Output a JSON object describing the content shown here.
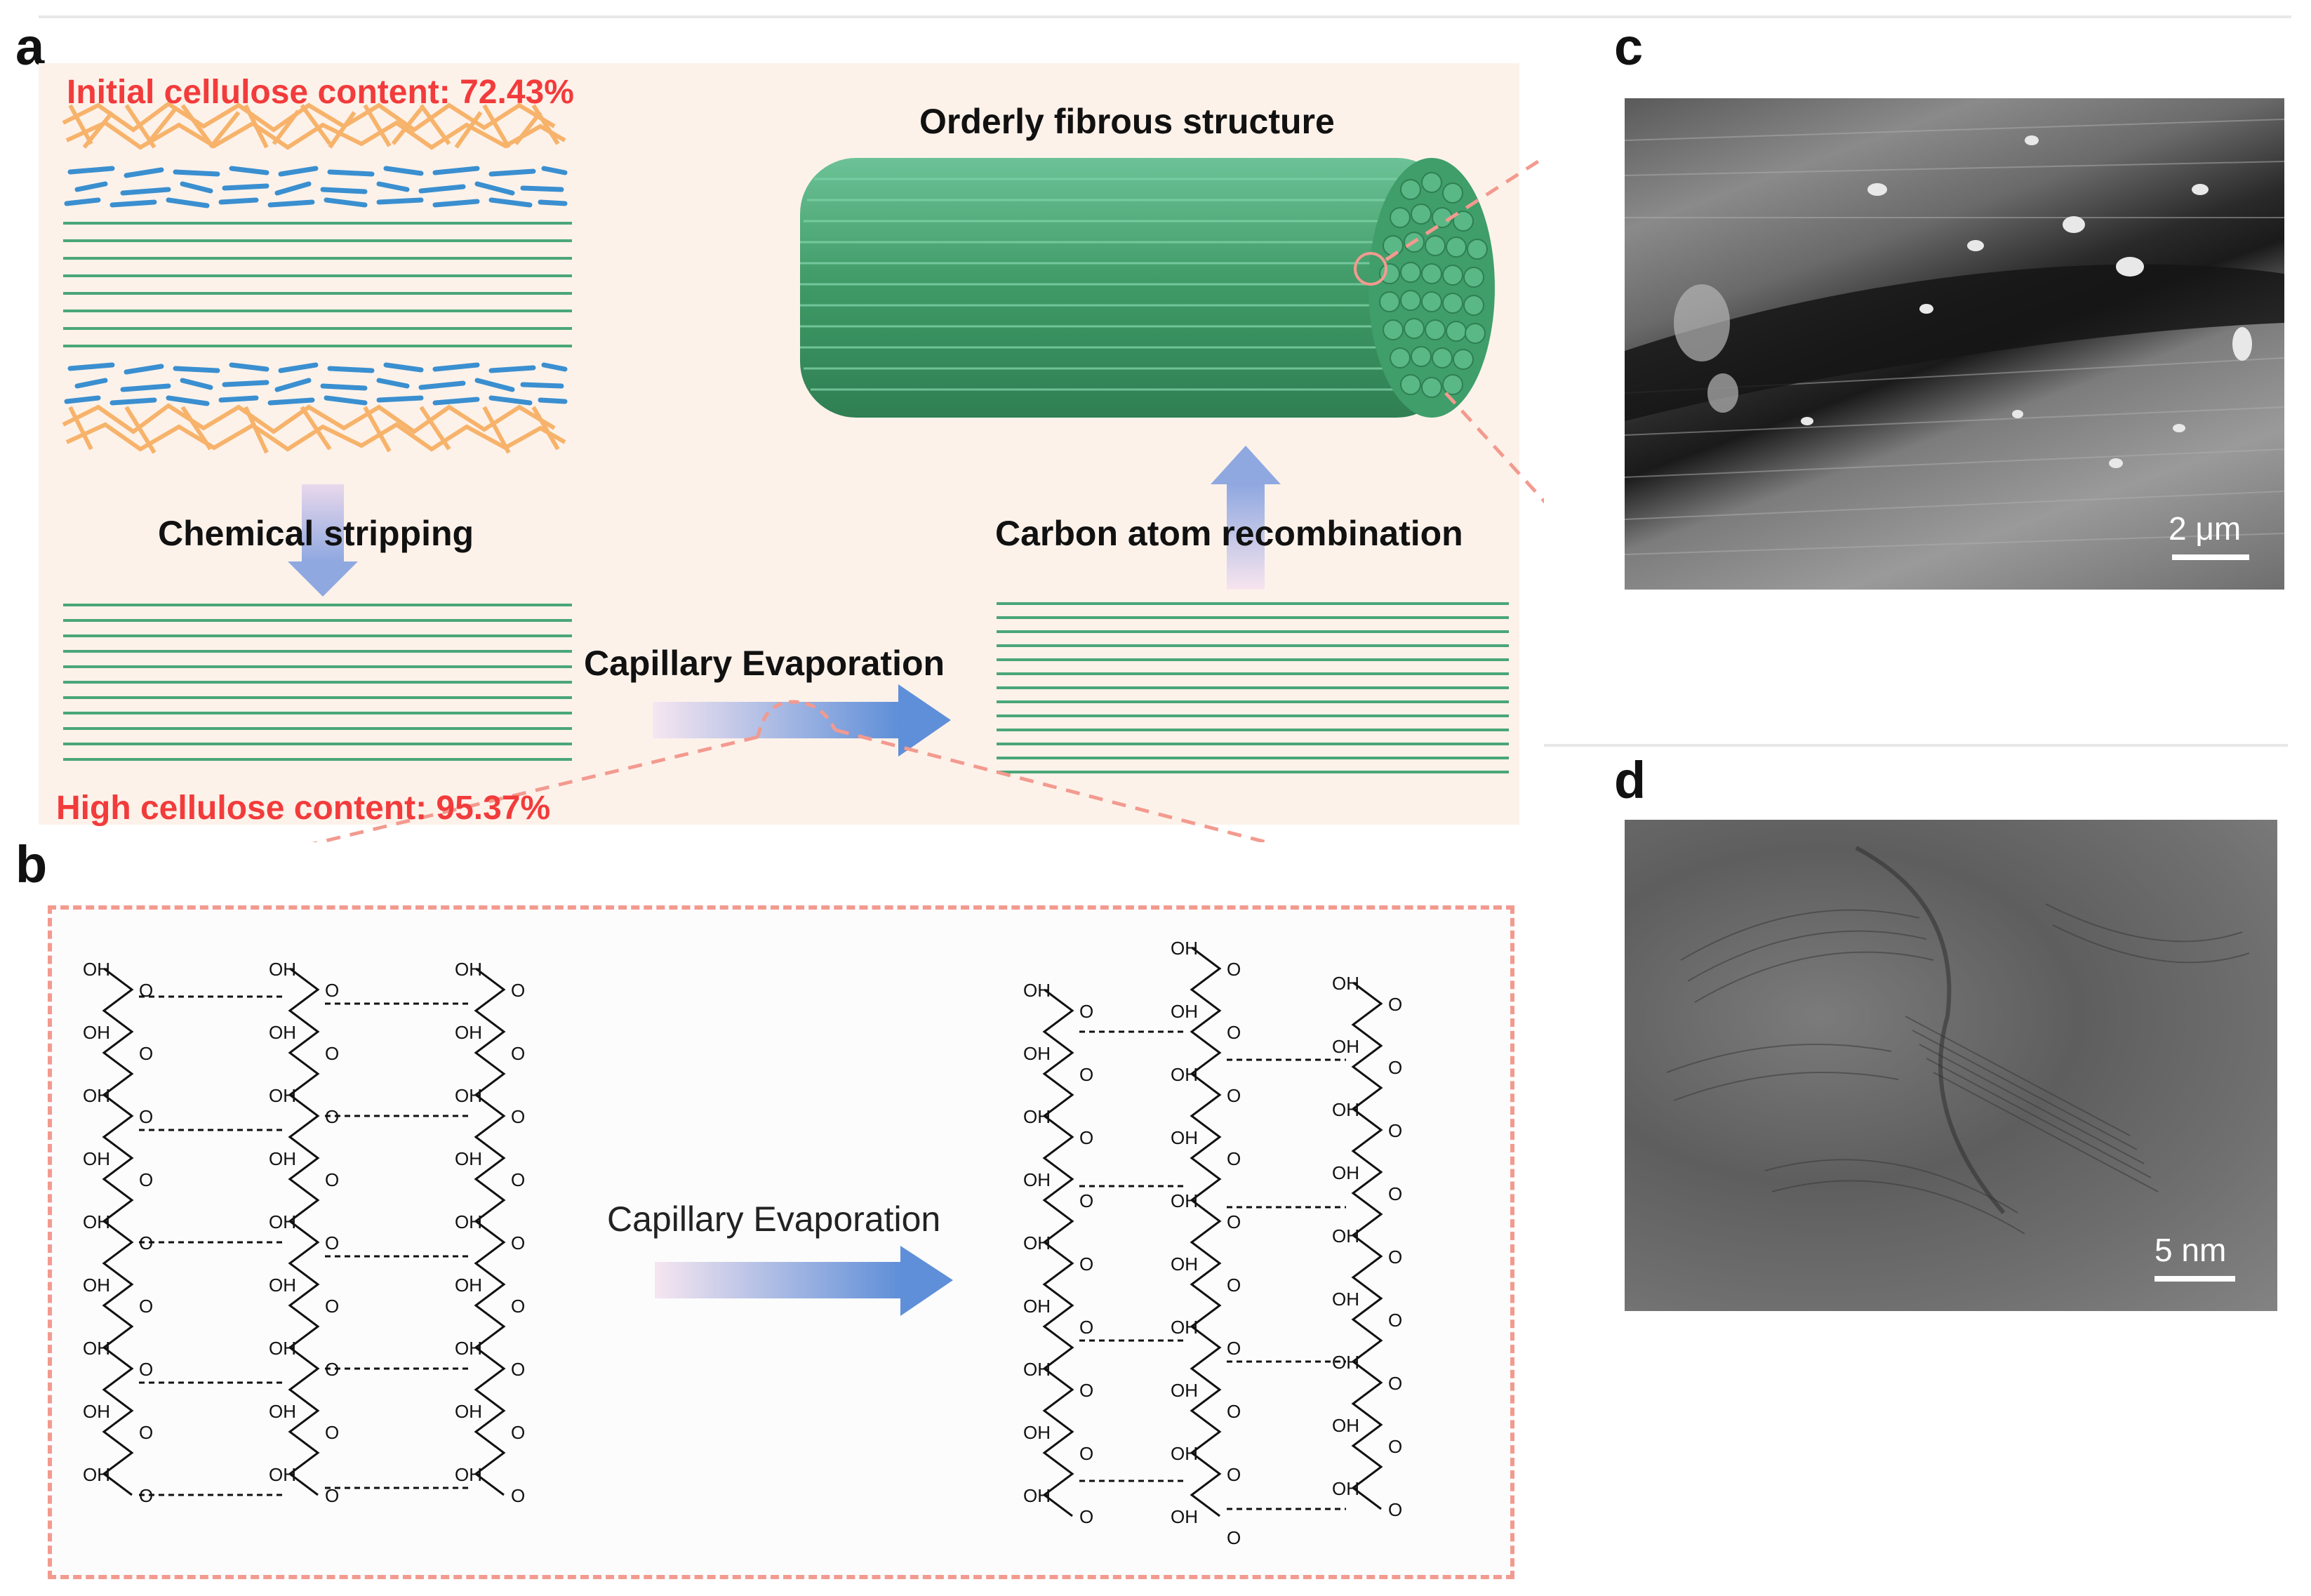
{
  "panel_letters": {
    "a": "a",
    "b": "b",
    "c": "c",
    "d": "d"
  },
  "panel_a": {
    "initial_content": "Initial cellulose content: 72.43%",
    "chemical_stripping": "Chemical stripping",
    "high_content": "High cellulose content: 95.37%",
    "capillary_evaporation": "Capillary Evaporation",
    "carbon_recombination": "Carbon atom recombination",
    "orderly_structure": "Orderly fibrous structure"
  },
  "panel_b": {
    "capillary_evaporation": "Capillary Evaporation",
    "oh_label": "OH",
    "o_label": "O"
  },
  "panel_c": {
    "scale": "2 μm"
  },
  "panel_d": {
    "scale": "5 nm"
  },
  "colors": {
    "red": "#f23b3b",
    "fiber_green": "#4aa678",
    "lignin_orange": "#f7b36b",
    "hemicellulose_blue": "#3a8fd0",
    "panel_bg": "#fdf2ea",
    "arrow_blue": "#6f9bd9",
    "arrow_pink": "#f0d8e6"
  }
}
